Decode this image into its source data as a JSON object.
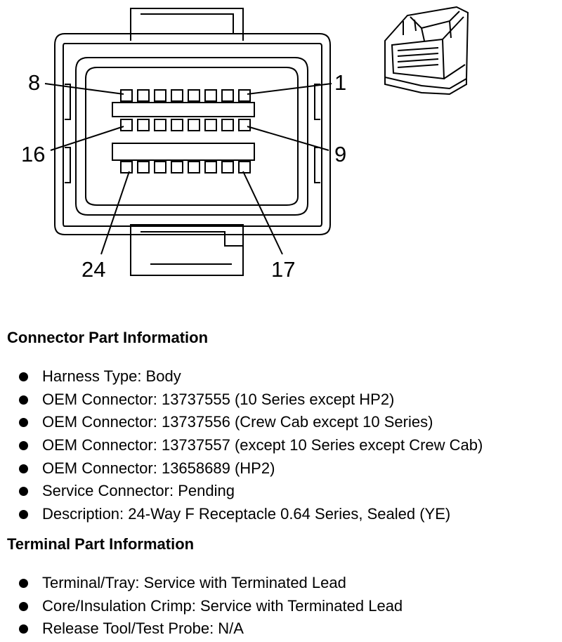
{
  "diagram": {
    "pin_labels": {
      "p8": "8",
      "p1": "1",
      "p16": "16",
      "p9": "9",
      "p24": "24",
      "p17": "17"
    }
  },
  "connector_section": {
    "title": "Connector Part Information",
    "items": [
      "Harness Type: Body",
      "OEM Connector: 13737555 (10 Series except HP2)",
      "OEM Connector: 13737556 (Crew Cab except 10 Series)",
      "OEM Connector: 13737557 (except 10 Series except Crew Cab)",
      "OEM Connector: 13658689 (HP2)",
      "Service Connector: Pending",
      "Description: 24-Way F Receptacle 0.64 Series, Sealed (YE)"
    ]
  },
  "terminal_section": {
    "title": "Terminal Part Information",
    "items": [
      "Terminal/Tray: Service with Terminated Lead",
      "Core/Insulation Crimp: Service with Terminated Lead",
      "Release Tool/Test Probe: N/A"
    ]
  }
}
